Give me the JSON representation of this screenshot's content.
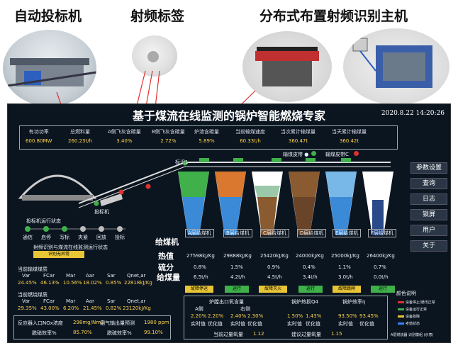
{
  "captions": {
    "auto_belt": "自动投标机",
    "rfid_tag": "射频标签",
    "rfid_host": "分布式布置射频识别主机"
  },
  "screen": {
    "title": "基于煤流在线监测的锅炉智能燃烧专家",
    "datetime": "2020.8.22  14:20:26"
  },
  "kpis": [
    {
      "label": "有功功率",
      "value": "600.80MW"
    },
    {
      "label": "总燃料量",
      "value": "260.23t/h"
    },
    {
      "label": "A侧飞灰含碳量",
      "value": "3.40%"
    },
    {
      "label": "B侧飞灰含碳量",
      "value": "2.72%"
    },
    {
      "label": "炉渣含碳量",
      "value": "5.89%"
    },
    {
      "label": "当前输煤速度",
      "value": "60.33t/h"
    },
    {
      "label": "当次累计输煤量",
      "value": "360.47t"
    },
    {
      "label": "当天累计输煤量",
      "value": "360.42t"
    }
  ],
  "conveyor": {
    "tag_label": "标识1",
    "belt_label": "投标机",
    "status_on": "输煤皮带 ●",
    "status_off": "输煤皮带C"
  },
  "run_status": {
    "title": "投标机运行状态",
    "items": [
      "通信",
      "启停",
      "写标",
      "夹紧",
      "回放",
      "投标"
    ],
    "link_label": "射频识别与煤流在线监测运行状态",
    "sub_label": "识别无异常"
  },
  "coal_flow": {
    "title": "当前输煤煤质",
    "headers": [
      "Var",
      "FCar",
      "Mar",
      "Aar",
      "Sar",
      "Qnet,ar"
    ],
    "values": [
      "24.45%",
      "46.13%",
      "10.56%",
      "18.02%",
      "0.85%",
      "22818kJ/Kg"
    ]
  },
  "coal_fired": {
    "title": "当前燃烧煤质",
    "headers": [
      "Var",
      "FCar",
      "Mar",
      "Aar",
      "Sar",
      "Qnet,ar"
    ],
    "values": [
      "29.35%",
      "43.00%",
      "6.20%",
      "21.45%",
      "0.82%",
      "23120kJ/Kg"
    ]
  },
  "reactor": {
    "l1": "反应器入口NOx浓度",
    "v1": "298mg/Nm3",
    "l2": "烟气输出量预测",
    "v2": "1980 ppm",
    "l3": "脱硝效率%",
    "v3": "85.70%",
    "l4": "脱硫效率%",
    "v4": "99.10%"
  },
  "bunkers": [
    {
      "name": "A层给煤机",
      "heat": "27598kJ/Kg",
      "ratio": "0.8%",
      "rate": "6.5t/h",
      "btn": "故障停运",
      "btn_color": "yellow"
    },
    {
      "name": "B层给煤机",
      "heat": "29888kJ/Kg",
      "ratio": "1.5%",
      "rate": "4.2t/h",
      "btn": "运行",
      "btn_color": "green"
    },
    {
      "name": "C层给煤机",
      "heat": "25420kJ/Kg",
      "ratio": "0.9%",
      "rate": "4.5t/h",
      "btn": "故障灭火",
      "btn_color": "yellow"
    },
    {
      "name": "D层给煤机",
      "heat": "24000kJ/Kg",
      "ratio": "0.4%",
      "rate": "3.4t/h",
      "btn": "运行",
      "btn_color": "green"
    },
    {
      "name": "E层给煤机",
      "heat": "25000kJ/Kg",
      "ratio": "1.1%",
      "rate": "3.0t/h",
      "btn": "故障跳闸",
      "btn_color": "yellow"
    },
    {
      "name": "F层给煤机",
      "heat": "26400kJ/Kg",
      "ratio": "0.7%",
      "rate": "0.0t/h",
      "btn": "运行",
      "btn_color": "green"
    }
  ],
  "row_labels": {
    "feeder": "给煤机",
    "heat": "热值",
    "ratio": "硫分",
    "rate": "给煤量"
  },
  "bottom_panel": {
    "title1": "炉膛出口氧含量",
    "a_side": "A侧",
    "b_side": "右侧",
    "v_a1": "2.20%",
    "v_a2": "2.20%",
    "v_b1": "2.40%",
    "v_b2": "2.30%",
    "lbl_rt": "实时值",
    "lbl_opt": "优化值",
    "title2": "锅炉热损Q4",
    "v_q1": "1.50%",
    "v_q2": "1.43%",
    "title3": "锅炉效率η",
    "v_e1": "93.50%",
    "v_e2": "93.45%",
    "l_excess": "当前过量氧量",
    "v_excess": "1.12",
    "l_sugg": "建议过量氧量",
    "v_sugg": "1.15"
  },
  "side_buttons": [
    "参数设置",
    "查询",
    "日志",
    "锁屏",
    "用户",
    "关于"
  ],
  "legend": {
    "title": "颜色说明",
    "items": [
      {
        "label": "设备停止/通讯正常",
        "color": "#e03030"
      },
      {
        "label": "设备运行正常",
        "color": "#3fb04a"
      },
      {
        "label": "设备故障",
        "color": "#e8c535"
      },
      {
        "label": "考值状态",
        "color": "#3a80ff"
      }
    ],
    "footer": "A层燃烧器   识别模组 (示意)"
  },
  "colors": {
    "green": "#3fb04a",
    "red": "#e03030",
    "yellow": "#e8c535",
    "blue_coal": "#3a8ad8",
    "orange_coal": "#d9782e",
    "brown_coal": "#8a5a30",
    "sky_coal": "#78b8e8",
    "navy_coal": "#2a4a8a"
  }
}
